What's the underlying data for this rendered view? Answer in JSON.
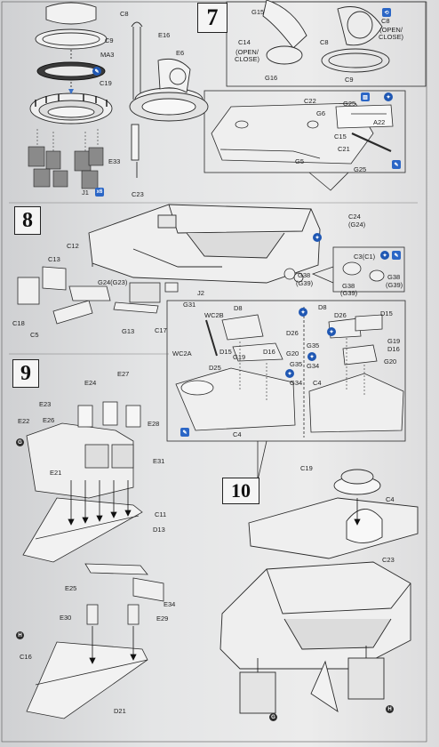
{
  "steps": {
    "s7": "7",
    "s8": "8",
    "s9": "9",
    "s10": "10"
  },
  "labels": {
    "c8a": "C8",
    "c9a": "C9",
    "ma3": "MA3",
    "c19a": "C19",
    "e16": "E16",
    "e6": "E6",
    "e33": "E33",
    "j1": "J1",
    "j1x": "x6",
    "g15": "G15",
    "c8b": "C8",
    "c14": "C14",
    "open_close_a": "(OPEN/ CLOSE)",
    "g16": "G16",
    "c8c": "C8",
    "open_close_b": "(OPEN/ CLOSE)",
    "c9b": "C9",
    "c22": "C22",
    "g6": "G6",
    "c15": "C15",
    "c21": "C21",
    "g5": "G5",
    "g25a": "G25",
    "a22": "A22",
    "g25b": "G25",
    "c23a": "C23",
    "c24": "C24",
    "g24p": "(G24)",
    "c12": "C12",
    "c13": "C13",
    "g24": "G24(G23)",
    "j2": "J2",
    "c18": "C18",
    "g31": "G31",
    "c5": "C5",
    "g13": "G13",
    "c17": "C17",
    "c3": "C3(C1)",
    "g38a": "G38",
    "g39a": "(G39)",
    "g38b": "G38",
    "g39b": "(G39)",
    "g38c": "G38",
    "g39c": "(G39)",
    "d8a": "D8",
    "wc2b": "WC2B",
    "wc2a": "WC2A",
    "d26a": "D26",
    "d15a": "D15",
    "g19a": "G19",
    "d16a": "D16",
    "g20a": "G20",
    "d25": "D25",
    "g35a": "G35",
    "g34a": "G34",
    "c4a": "C4",
    "d8b": "D8",
    "d26b": "D26",
    "d15b": "D15",
    "g35b": "G35",
    "g34b": "G34",
    "g19b": "G19",
    "d16b": "D16",
    "g20b": "G20",
    "c4b": "C4",
    "e24": "E24",
    "e27": "E27",
    "e23": "E23",
    "e22": "E22",
    "e26": "E26",
    "e28": "E28",
    "e21": "E21",
    "e31": "E31",
    "c11": "C11",
    "d13": "D13",
    "e25": "E25",
    "e34": "E34",
    "e30": "E30",
    "e29": "E29",
    "c16": "C16",
    "d21": "D21",
    "c19b": "C19",
    "c4c": "C4",
    "c23b": "C23"
  },
  "markers": {
    "g": "G",
    "h": "H"
  },
  "colors": {
    "paper": "#e6e7e8",
    "ink": "#1e1e1e",
    "badge_blue": "#2b66c6"
  }
}
